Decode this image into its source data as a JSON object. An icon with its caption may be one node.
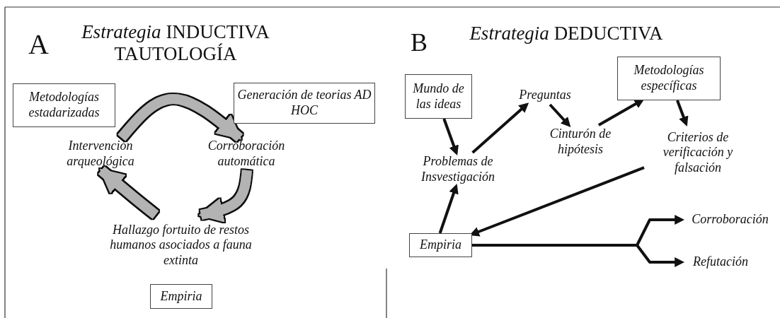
{
  "diagram": {
    "nodes": [
      {
        "text": [
          "Metodologías estadarizadas"
        ]
      },
      {
        "text": [
          "Generación de teorias AD HOC"
        ]
      },
      {
        "text": [
          "Intervención arqueológica"
        ]
      },
      {
        "text": [
          "Corroboración automática"
        ]
      },
      {
        "text": [
          "Hallazgo fortuito de restos humanos asociados a fauna extinta"
        ]
      },
      {
        "text": [
          "Empiria"
        ]
      },
      {
        "text": [
          "Mundo de las ideas"
        ]
      },
      {
        "text": [
          "Preguntas"
        ]
      },
      {
        "text": [
          "Metodologías específicas"
        ]
      },
      {
        "text": [
          "Problemas de Insvestigación"
        ]
      },
      {
        "text": [
          "Cinturón de hipótesis"
        ]
      },
      {
        "text": [
          "Criterios de verificación y falsación"
        ]
      },
      {
        "text": [
          "Empiria"
        ]
      },
      {
        "text": [
          "Corroboración"
        ]
      },
      {
        "text": [
          "Refutación"
        ]
      }
    ],
    "edges": [
      {
        "from": 2,
        "to": 3,
        "arrow": "to",
        "style": "thick",
        "color": "#b3b3b3"
      },
      {
        "from": 3,
        "to": 4,
        "arrow": "to",
        "style": "thick",
        "color": "#b3b3b3"
      },
      {
        "from": 4,
        "to": 2,
        "arrow": "to",
        "style": "thick",
        "color": "#b3b3b3"
      },
      {
        "from": 6,
        "to": 9,
        "arrow": "to"
      },
      {
        "from": 9,
        "to": 7,
        "arrow": "to"
      },
      {
        "from": 7,
        "to": 10,
        "arrow": "to"
      },
      {
        "from": 10,
        "to": 8,
        "arrow": "to"
      },
      {
        "from": 8,
        "to": 11,
        "arrow": "to"
      },
      {
        "from": 11,
        "to": 12,
        "arrow": "to"
      },
      {
        "from": 12,
        "to": 9,
        "arrow": "to"
      },
      {
        "from": 12,
        "to": 13,
        "arrow": "to"
      },
      {
        "from": 12,
        "to": 14,
        "arrow": "to"
      }
    ],
    "labels": [
      "A",
      "*Estrategia* INDUCTIVA TAUTOLOGÍA",
      "B",
      "*Estrategia* DEDUCTIVA"
    ]
  }
}
